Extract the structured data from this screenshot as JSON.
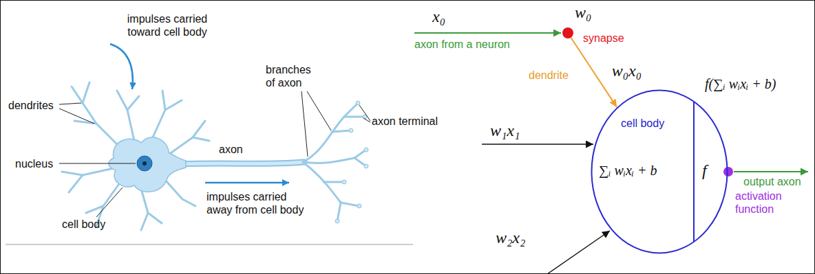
{
  "diagram": {
    "nodes": [
      {
        "text": [
          "w₀",
          "synapse"
        ]
      },
      {
        "text": [
          "cell body",
          "∑ᵢ wᵢxᵢ + b",
          "f"
        ]
      }
    ],
    "edges": [
      {
        "from": 0,
        "to": 1,
        "arrow": "to",
        "label": "w₀x₀"
      }
    ],
    "labels": [
      "impulses carried toward cell body",
      "dendrites",
      "nucleus",
      "axon",
      "branches of axon",
      "axon terminal",
      "impulses carried away from cell body",
      "cell body",
      "x₀",
      "axon from a neuron",
      "dendrite",
      "w₁x₁",
      "f(∑ᵢ wᵢxᵢ + b)",
      "output axon",
      "activation function",
      "w₂x₂"
    ]
  }
}
